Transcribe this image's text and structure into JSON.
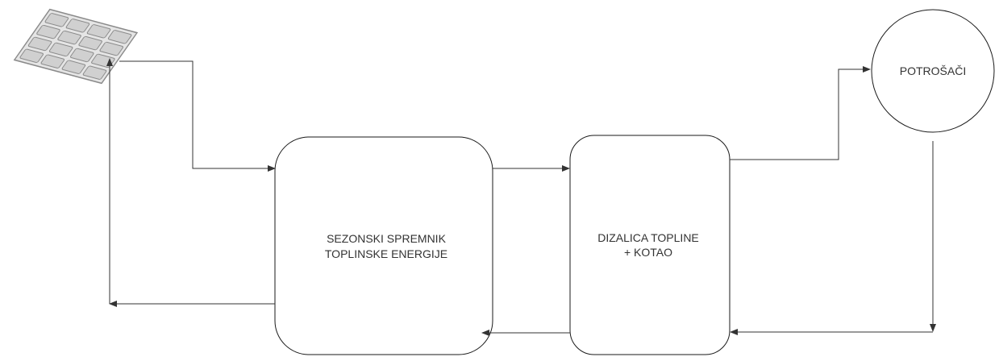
{
  "diagram": {
    "nodes": {
      "solar_panel": {
        "icon": "solar-panel-icon"
      },
      "storage": {
        "label_line1": "SEZONSKI SPREMNIK",
        "label_line2": "TOPLINSKE ENERGIJE"
      },
      "heat_pump": {
        "label_line1": "DIZALICA TOPLINE",
        "label_line2": "+ KOTAO"
      },
      "consumers": {
        "label": "POTROŠAČI"
      }
    },
    "colors": {
      "line": "#333333",
      "box_stroke": "#1a1a1a",
      "panel_fill": "#d3d3d3",
      "panel_stroke": "#808080"
    }
  }
}
